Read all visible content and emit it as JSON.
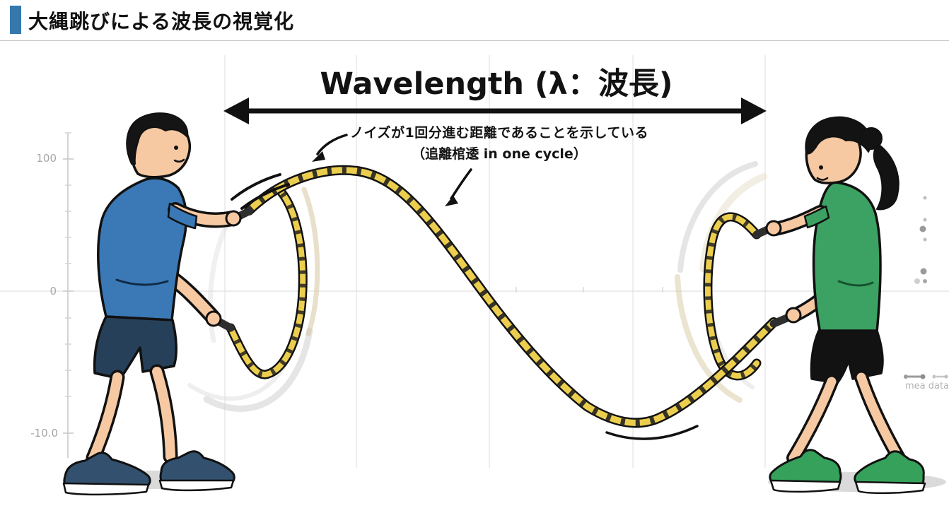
{
  "header": {
    "title": "大縄跳びによる波長の視覚化"
  },
  "diagram": {
    "wavelength_label": "Wavelength (λ：波長)",
    "annotation": {
      "line1": "ノイズが1回分進む距離であることを示している",
      "line2": "（追離棺逶 in one cycle）"
    },
    "axis": {
      "ticks": [
        "100",
        "0",
        "-10.0"
      ]
    },
    "legend": {
      "label": "mea data"
    }
  },
  "colors": {
    "accent": "#3478ad",
    "rope_yellow": "#ecce4f",
    "rope_stripe": "#1c1c1c",
    "rope_outline": "#111111",
    "man_shirt": "#3b79b6",
    "man_shorts": "#27405a",
    "man_shoes": "#33516f",
    "woman_shirt": "#3ca263",
    "woman_shorts": "#121212",
    "woman_shoes": "#35a15a",
    "skin": "#f6c9a2",
    "grid": "#dcdcdc",
    "tick_label": "#a6a6a6"
  }
}
